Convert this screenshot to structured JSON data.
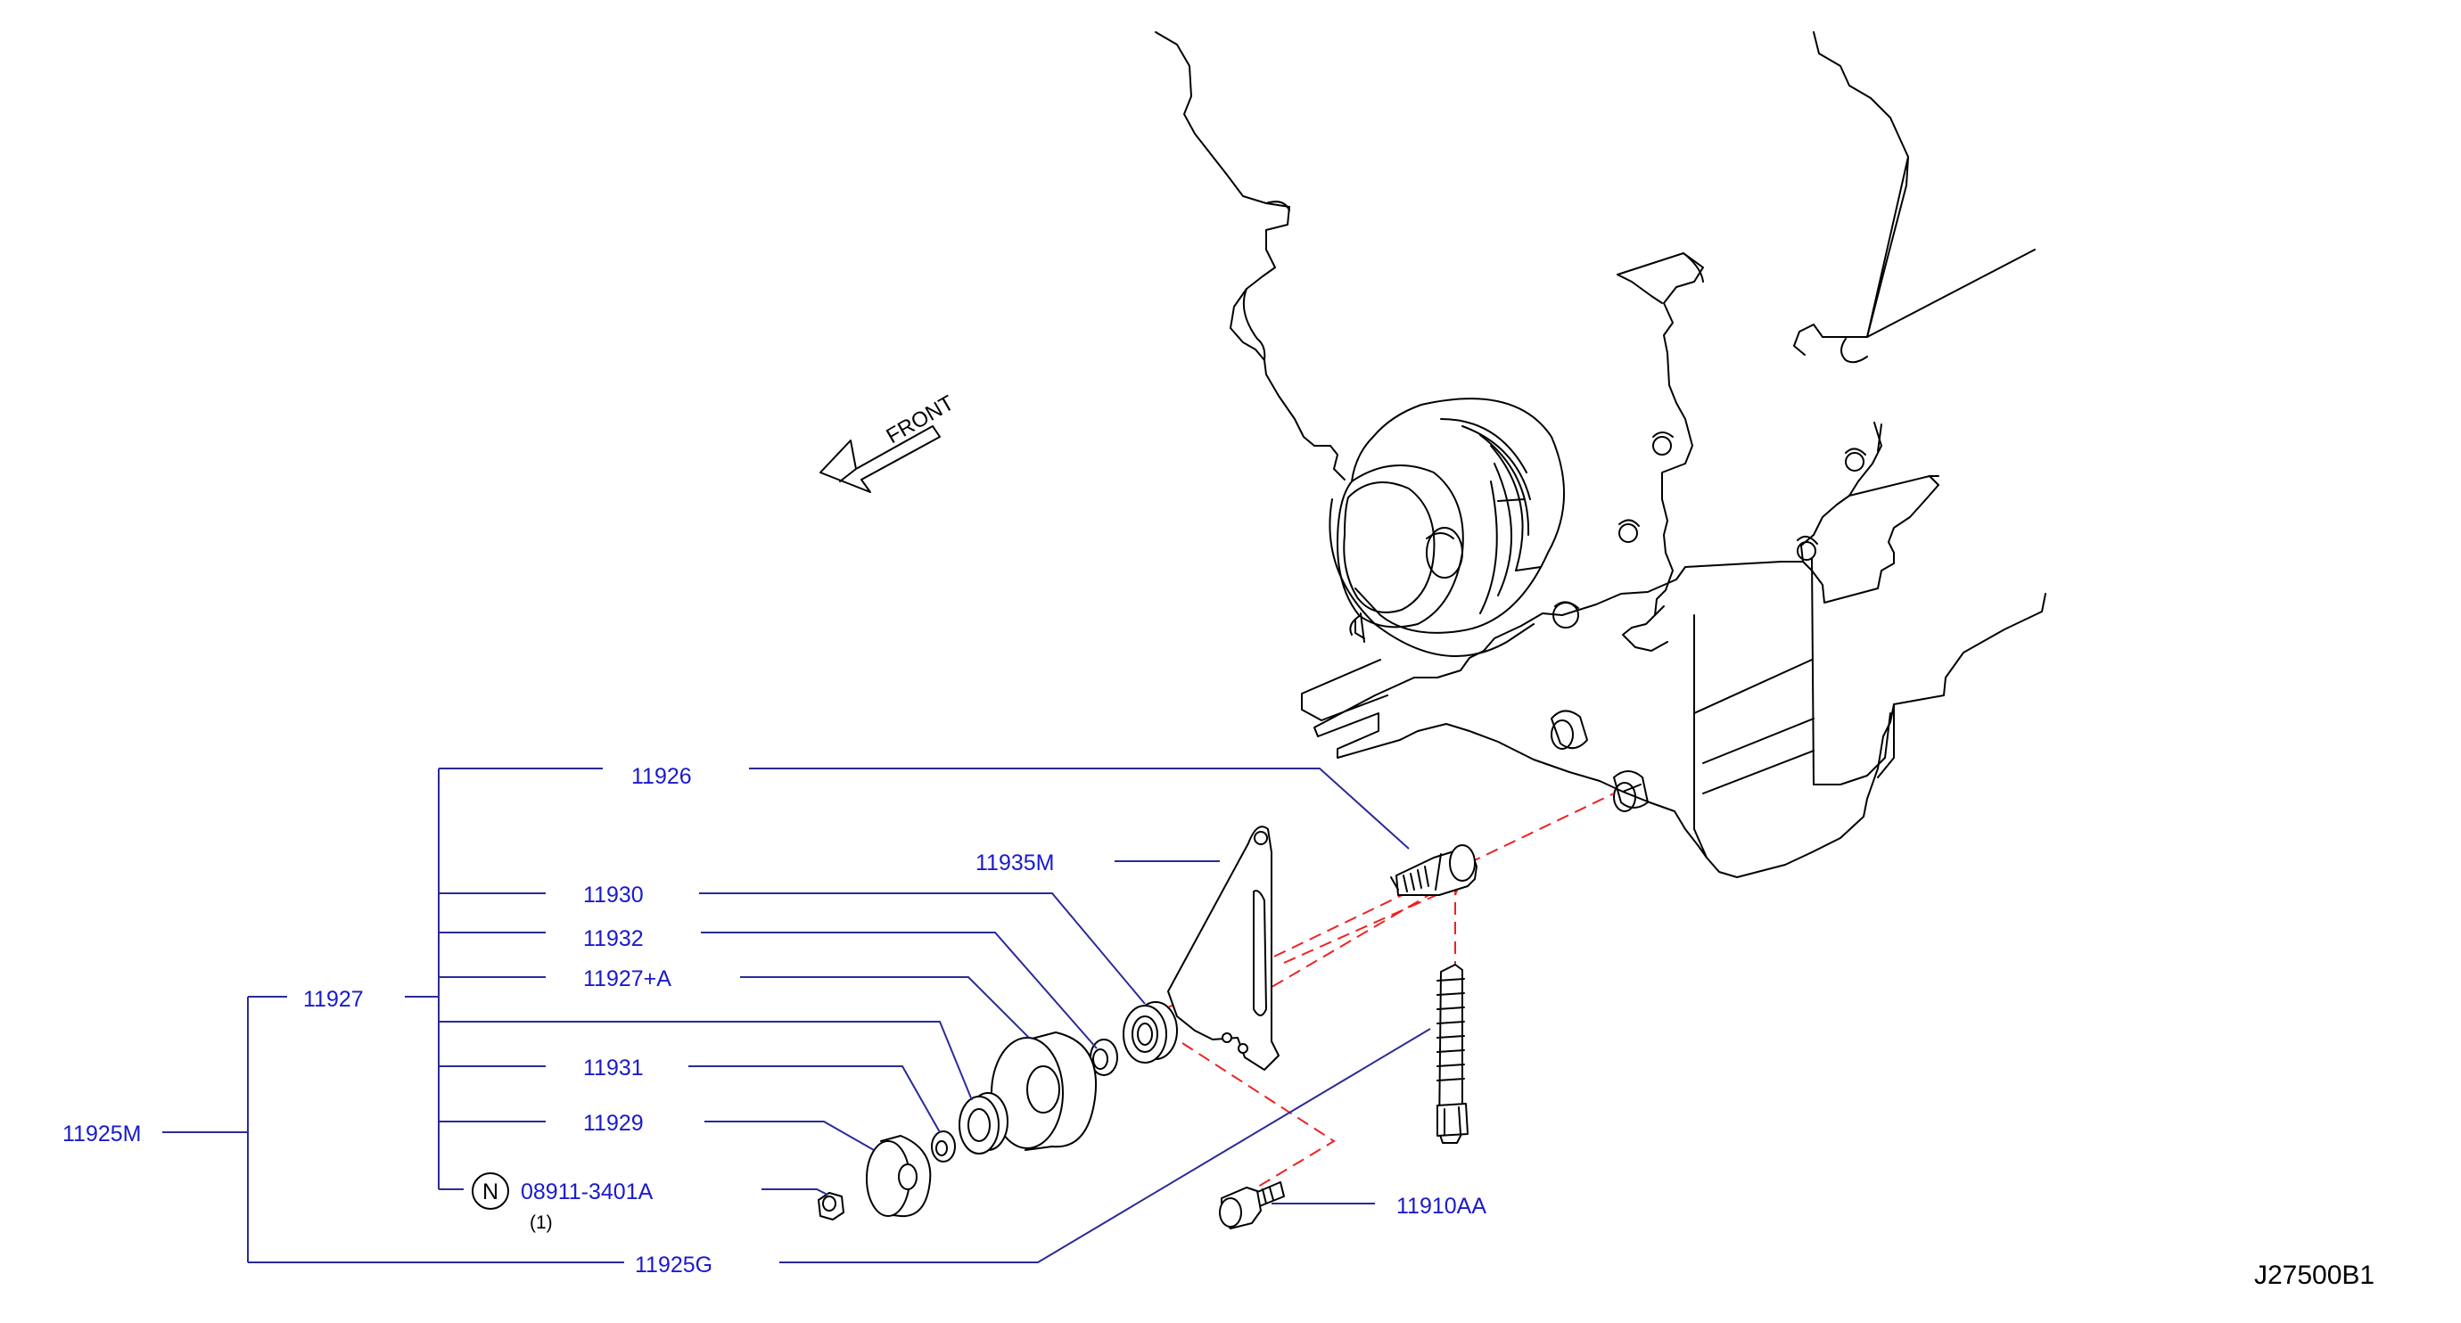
{
  "diagram_id": "J27500B1",
  "direction_label": "FRONT",
  "parts": {
    "p11926": "11926",
    "p11930": "11930",
    "p11932": "11932",
    "p11927A": "11927+A",
    "p11927": "11927",
    "p11931": "11931",
    "p11929": "11929",
    "p08911": "08911-3401A",
    "p08911_qty": "(1)",
    "p08911_marker": "N",
    "p11925M": "11925M",
    "p11925G": "11925G",
    "p11935M": "11935M",
    "p11910AA": "11910AA"
  },
  "colors": {
    "label": "#1a1acc",
    "leader": "#2a2a9a",
    "dashed": "#e22222",
    "ink": "#000000"
  },
  "icons": [
    "front-arrow-icon",
    "n-circle-marker-icon"
  ]
}
